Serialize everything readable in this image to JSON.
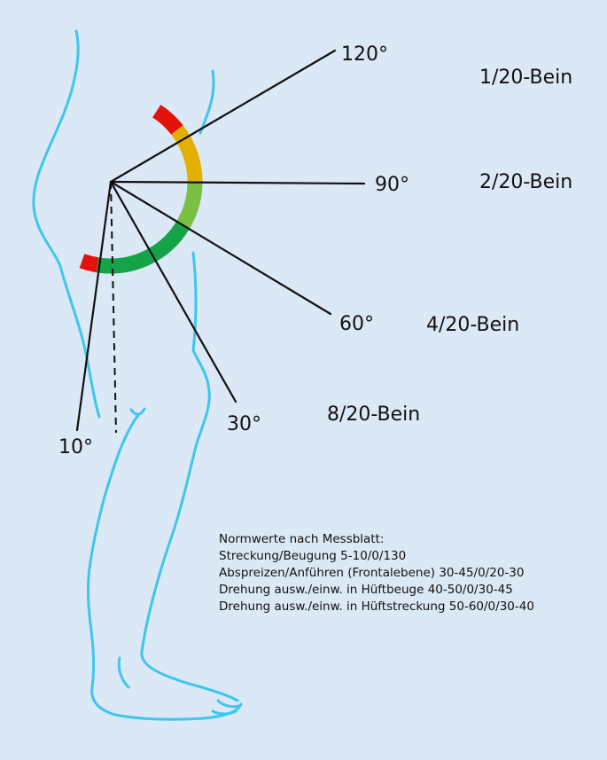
{
  "angles": {
    "a120": "120°",
    "a90": "90°",
    "a60": "60°",
    "a30": "30°",
    "a10": "10°"
  },
  "leg_fractions": {
    "f1": "1/20-Bein",
    "f2": "2/20-Bein",
    "f4": "4/20-Bein",
    "f8": "8/20-Bein"
  },
  "norm_values": {
    "heading": "Normwerte nach Messblatt:",
    "lines": [
      "Streckung/Beugung 5-10/0/130",
      "Abspreizen/Anführen (Frontalebene) 30-45/0/20-30",
      "Drehung ausw./einw. in Hüftbeuge 40-50/0/30-45",
      "Drehung ausw./einw. in Hüftstreckung 50-60/0/30-40"
    ]
  },
  "colors": {
    "background": "#dbe8f6",
    "outline": "#3fc6ee",
    "zone_red": "#e3120b",
    "zone_orange": "#e1b000",
    "zone_lightgreen": "#7ac043",
    "zone_green": "#14a347"
  }
}
